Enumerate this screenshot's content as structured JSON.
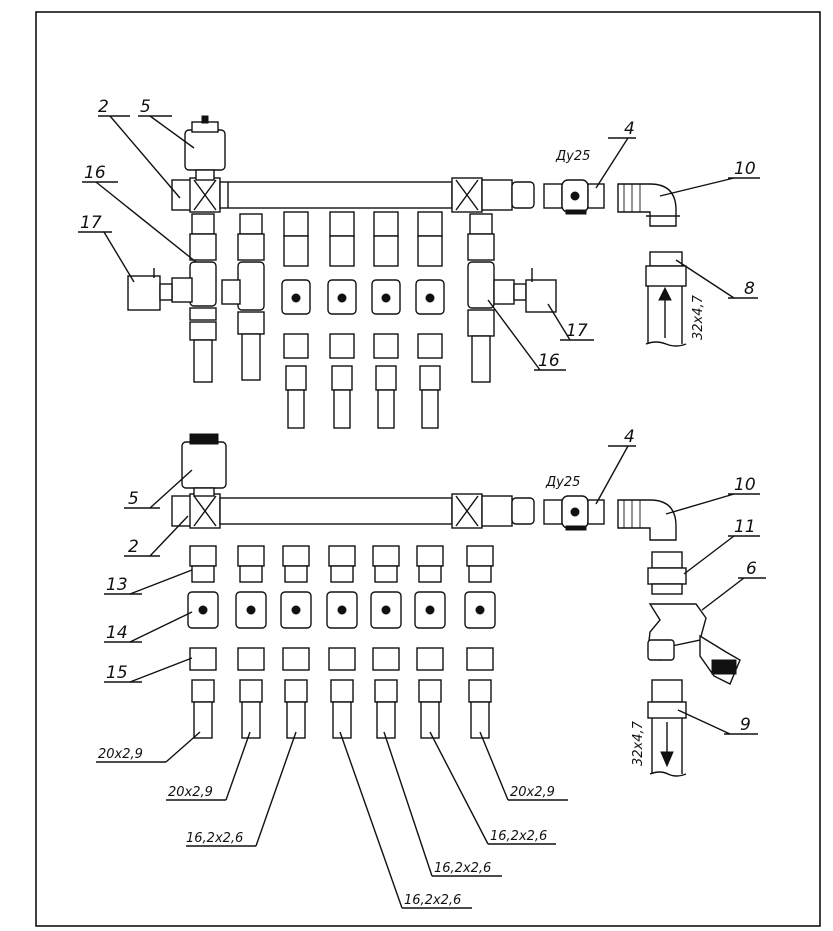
{
  "diagram": {
    "callout_numbers": {
      "n2": "2",
      "n4": "4",
      "n5": "5",
      "n6": "6",
      "n8": "8",
      "n9": "9",
      "n10": "10",
      "n11": "11",
      "n13": "13",
      "n14": "14",
      "n15": "15",
      "n16": "16",
      "n17": "17"
    },
    "valve_size_label": "Ду25",
    "main_pipe_label": "32x4,7",
    "pipe_labels": {
      "p20": "20x2,9",
      "p16": "16,2x2,6"
    }
  }
}
